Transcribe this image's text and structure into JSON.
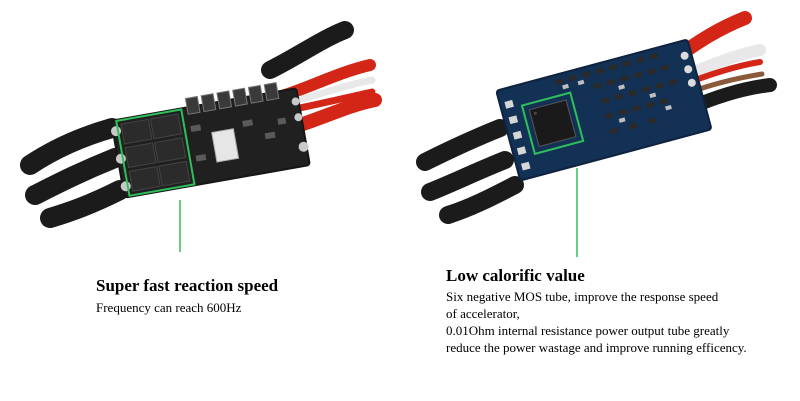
{
  "left_feature": {
    "title": "Super fast reaction speed",
    "lines": [
      "Frequency can reach 600Hz"
    ]
  },
  "right_feature": {
    "title": "Low calorific value",
    "lines": [
      "Six negative MOS tube, improve the response speed",
      "of accelerator,",
      "0.01Ohm internal resistance power output tube greatly",
      "reduce the power wastage and improve running efficency."
    ]
  },
  "colors": {
    "highlight": "#2fbf5a",
    "wire_black": "#1a1a1a",
    "wire_red": "#e02a1c",
    "board_black": "#151515",
    "board_blue": "#0f2744"
  }
}
